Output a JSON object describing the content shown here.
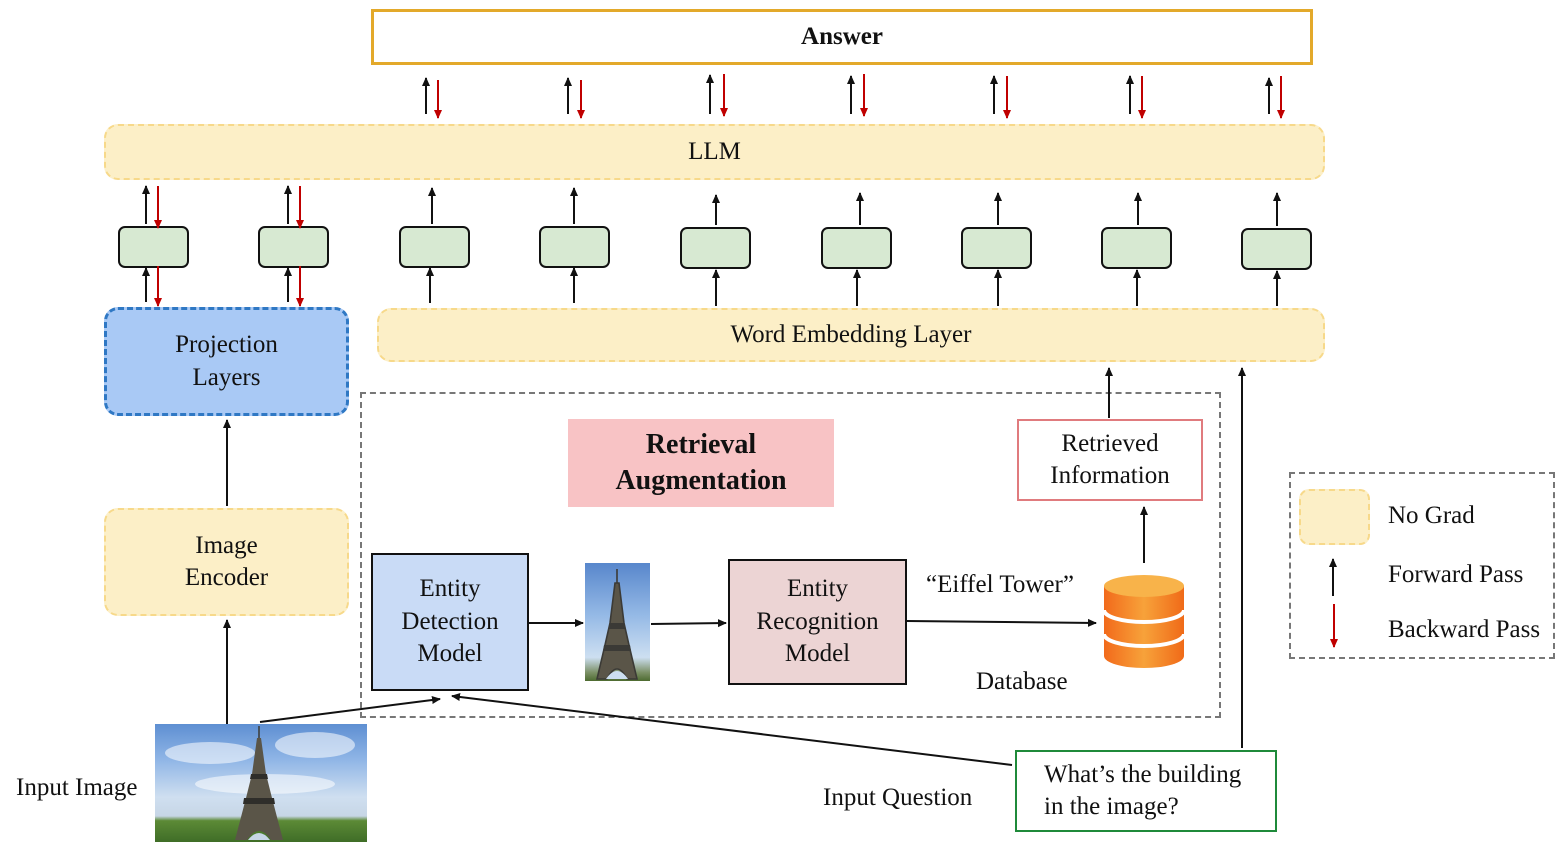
{
  "answer_label": "Answer",
  "llm_label": "LLM",
  "word_embedding_label": "Word Embedding Layer",
  "projection_label": [
    "Projection",
    "Layers"
  ],
  "image_encoder_label": [
    "Image",
    "Encoder"
  ],
  "retrieval_title": [
    "Retrieval",
    "Augmentation"
  ],
  "entity_detection_label": [
    "Entity",
    "Detection",
    "Model"
  ],
  "entity_recognition_label": [
    "Entity",
    "Recognition",
    "Model"
  ],
  "recognized_entity": "“Eiffel Tower”",
  "database_label": "Database",
  "retrieved_info_label": [
    "Retrieved",
    "Information"
  ],
  "input_image_label": "Input Image",
  "input_question_label": "Input Question",
  "question_text": [
    "What’s the building",
    "in the image?"
  ],
  "legend": {
    "no_grad": "No Grad",
    "forward": "Forward Pass",
    "backward": "Backward Pass"
  },
  "colors": {
    "forward": "#111111",
    "backward": "#c00000",
    "no_grad_fill": "#fcefc7",
    "projection_fill": "#a9c9f5",
    "adapter_fill": "#d7e9d2",
    "database": "#f08a24"
  },
  "icons": [
    "eiffel-tower-photo",
    "database-icon"
  ]
}
